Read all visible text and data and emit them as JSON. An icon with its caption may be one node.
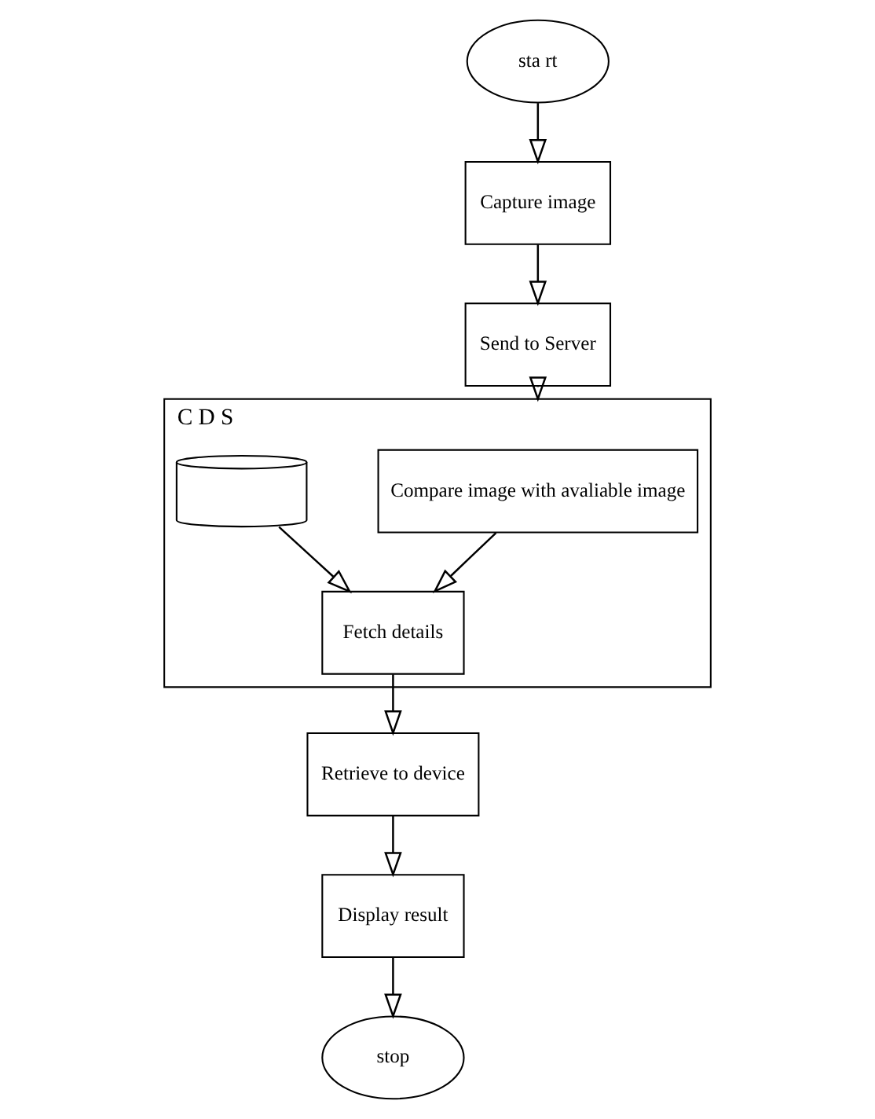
{
  "diagram": {
    "nodes": [
      {
        "text": [
          "sta rt"
        ]
      },
      {
        "text": [
          "Capture image"
        ]
      },
      {
        "text": [
          "Send to Server"
        ]
      },
      {
        "text": [
          "C D S"
        ]
      },
      {
        "text": [
          "Compare image with avaliable image"
        ],
        "in": 3
      },
      {
        "text": [
          "Fetch details"
        ],
        "in": 3
      },
      {
        "text": [],
        "shape": "cylinder",
        "in": 3
      },
      {
        "text": [
          "Retrieve to device"
        ]
      },
      {
        "text": [
          "Display result"
        ]
      },
      {
        "text": [
          "stop"
        ]
      }
    ],
    "edges": [
      {
        "from": 0,
        "to": 1,
        "arrow": "to"
      },
      {
        "from": 1,
        "to": 2,
        "arrow": "to"
      },
      {
        "from": 2,
        "to": 3,
        "arrow": "to"
      },
      {
        "from": 4,
        "to": 5,
        "arrow": "to"
      },
      {
        "from": 6,
        "to": 5,
        "arrow": "to"
      },
      {
        "from": 5,
        "to": 7,
        "arrow": "to"
      },
      {
        "from": 7,
        "to": 8,
        "arrow": "to"
      },
      {
        "from": 8,
        "to": 9,
        "arrow": "to"
      }
    ]
  }
}
